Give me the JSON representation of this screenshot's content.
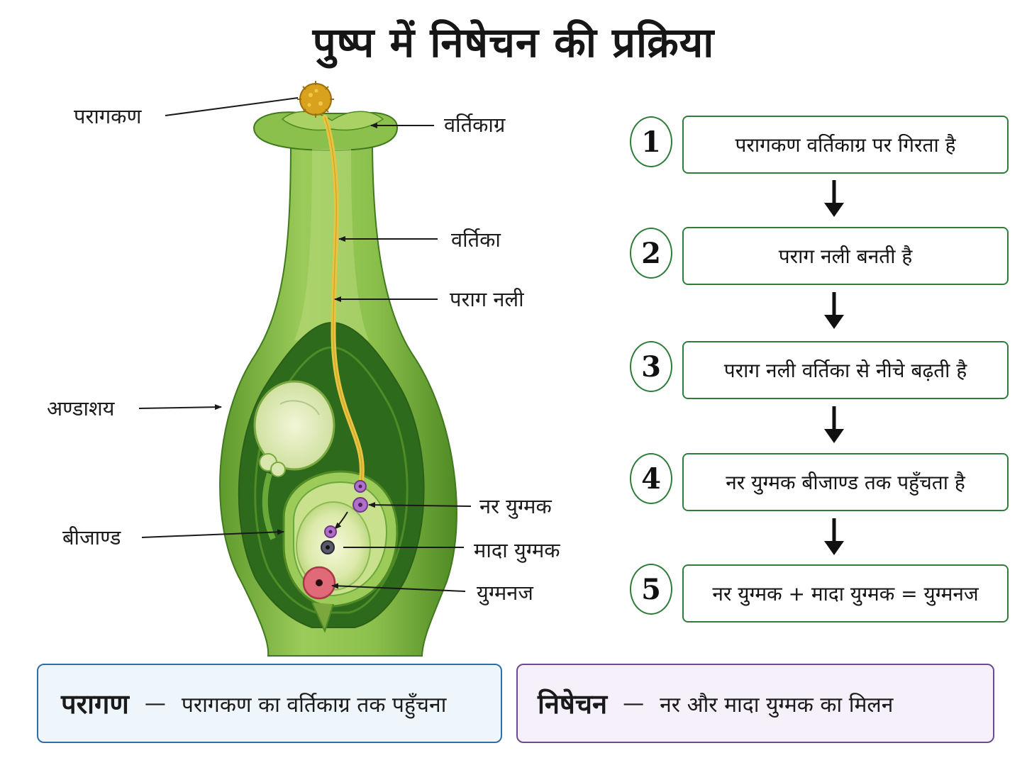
{
  "title": "पुष्प में निषेचन की प्रक्रिया",
  "labels": {
    "pollen": "परागकण",
    "stigma": "वर्तिकाग्र",
    "style": "वर्तिका",
    "pollen_tube": "पराग नली",
    "ovary": "अण्डाशय",
    "ovule": "बीजाण्ड",
    "male_gamete": "नर युग्मक",
    "female_gamete": "मादा युग्मक",
    "zygote": "युग्मनज"
  },
  "steps": [
    {
      "number": "1",
      "text": "परागकण वर्तिकाग्र पर गिरता है"
    },
    {
      "number": "2",
      "text": "पराग नली बनती है"
    },
    {
      "number": "3",
      "text": "पराग नली वर्तिका से नीचे बढ़ती है"
    },
    {
      "number": "4",
      "text": "नर युग्मक बीजाण्ड तक पहुँचता है"
    },
    {
      "number": "5",
      "text": "नर युग्मक + मादा युग्मक = युग्मनज"
    }
  ],
  "definitions": {
    "pollination": {
      "term": "परागण",
      "dash": "—",
      "text": "परागकण का वर्तिकाग्र तक पहुँचना"
    },
    "fertilization": {
      "term": "निषेचन",
      "dash": "—",
      "text": "नर और मादा युग्मक का मिलन"
    }
  },
  "colors": {
    "green_dark": "#2f6b1f",
    "green_mid": "#6aa83a",
    "green_light": "#b8d97a",
    "pollen_tube": "#e8c440",
    "pollen_grain": "#d9a21c",
    "male_gamete": "#b06fc8",
    "zygote": "#e06a78",
    "step_border": "#2f7d3a"
  }
}
